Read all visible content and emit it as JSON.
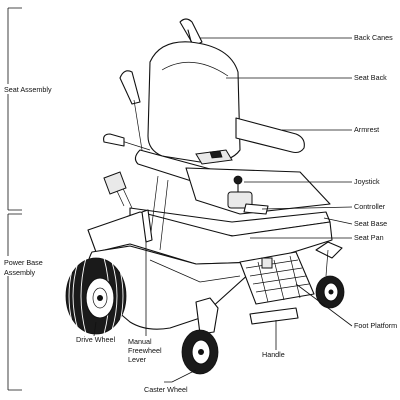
{
  "brackets": {
    "seat_assembly": "Seat Assembly",
    "power_base_line1": "Power Base",
    "power_base_line2": "Assembly"
  },
  "callouts": {
    "back_canes": "Back Canes",
    "seat_back": "Seat Back",
    "armrest": "Armrest",
    "joystick": "Joystick",
    "controller": "Controller",
    "seat_base": "Seat Base",
    "seat_pan": "Seat Pan",
    "foot_platform": "Foot Platform",
    "handle": "Handle",
    "caster_wheel": "Caster Wheel",
    "drive_wheel": "Drive Wheel",
    "manual_freewheel_line1": "Manual",
    "manual_freewheel_line2": "Freewheel",
    "manual_freewheel_line3": "Lever"
  }
}
